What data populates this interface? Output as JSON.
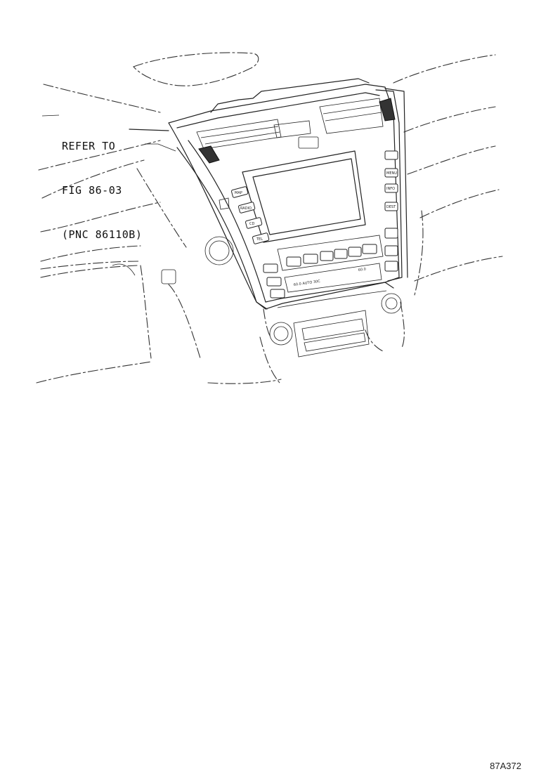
{
  "callout": {
    "lines": [
      "REFER TO",
      "FIG 86-03",
      "(PNC 86110B)"
    ]
  },
  "figure_code": "87A372",
  "panel_labels": {
    "left_buttons": [
      "MAP",
      "RADIO",
      "CD",
      "TEL"
    ],
    "right_buttons": [
      "MENU",
      "INFO",
      "DEST"
    ],
    "climate_readout": "60.0 AUTO 30C",
    "climate_right": "60.0"
  }
}
